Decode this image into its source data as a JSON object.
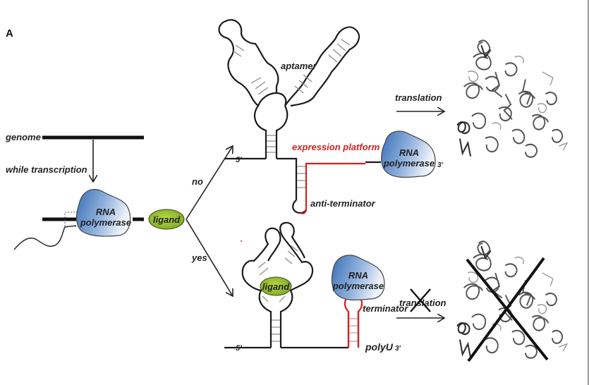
{
  "figure": {
    "panel_label": "A",
    "colors": {
      "rna_black": "#1a1a1a",
      "expression_red": "#d42020",
      "polymerase_blue": "#3d6fb5",
      "ligand_green": "#8cb82a"
    }
  },
  "left": {
    "genome": "genome",
    "while_transcription": "while transcription",
    "polymerase_line1": "RNA",
    "polymerase_line2": "polymerase",
    "ligand": "ligand"
  },
  "branches": {
    "no": "no",
    "yes": "yes"
  },
  "top": {
    "aptamer": "aptamer",
    "expression_platform": "expression platform",
    "anti_terminator": "anti-terminator",
    "five_prime": "5'",
    "three_prime": "3'",
    "polymerase_line1": "RNA",
    "polymerase_line2": "polymerase",
    "translation": "translation",
    "protein_icon": "protein-structure-icon"
  },
  "bottom": {
    "ligand": "ligand",
    "polymerase_line1": "RNA",
    "polymerase_line2": "polymerase",
    "terminator": "terminator",
    "poly_u": "polyU",
    "five_prime": "5'",
    "three_prime": "3'",
    "translation": "translation",
    "protein_icon": "protein-structure-blocked-icon"
  }
}
